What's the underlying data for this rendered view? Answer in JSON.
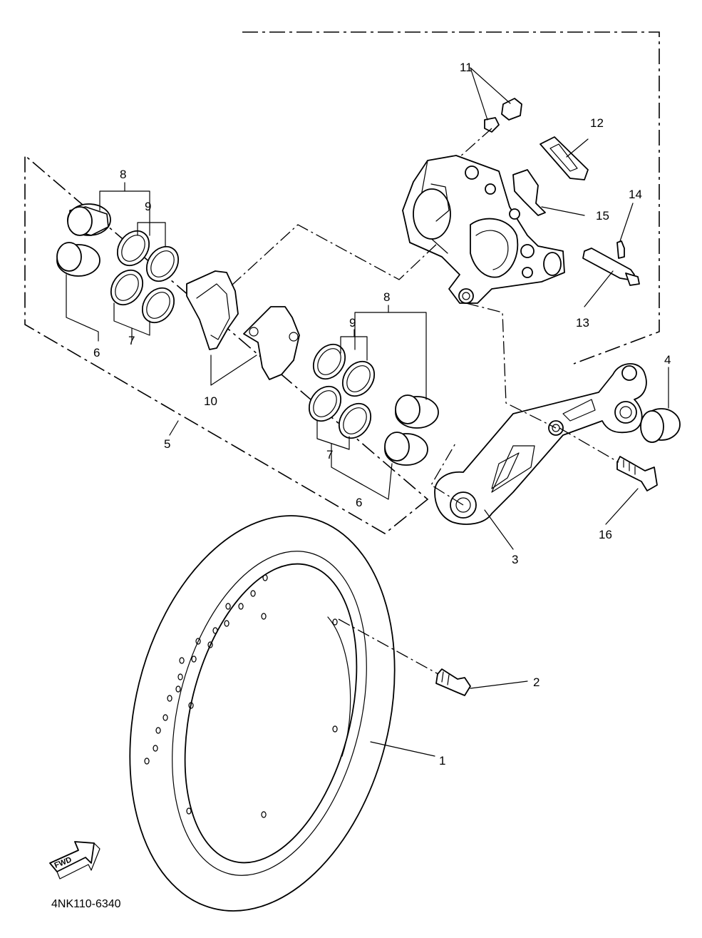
{
  "diagram_code": "4NK110-6340",
  "fwd_label": "FWD",
  "callouts": {
    "c1": "1",
    "c2": "2",
    "c3": "3",
    "c4": "4",
    "c5": "5",
    "c6a": "6",
    "c6b": "6",
    "c7a": "7",
    "c7b": "7",
    "c8a": "8",
    "c8b": "8",
    "c9a": "9",
    "c9b": "9",
    "c10": "10",
    "c11": "11",
    "c12": "12",
    "c13": "13",
    "c14": "14",
    "c15": "15",
    "c16": "16"
  }
}
